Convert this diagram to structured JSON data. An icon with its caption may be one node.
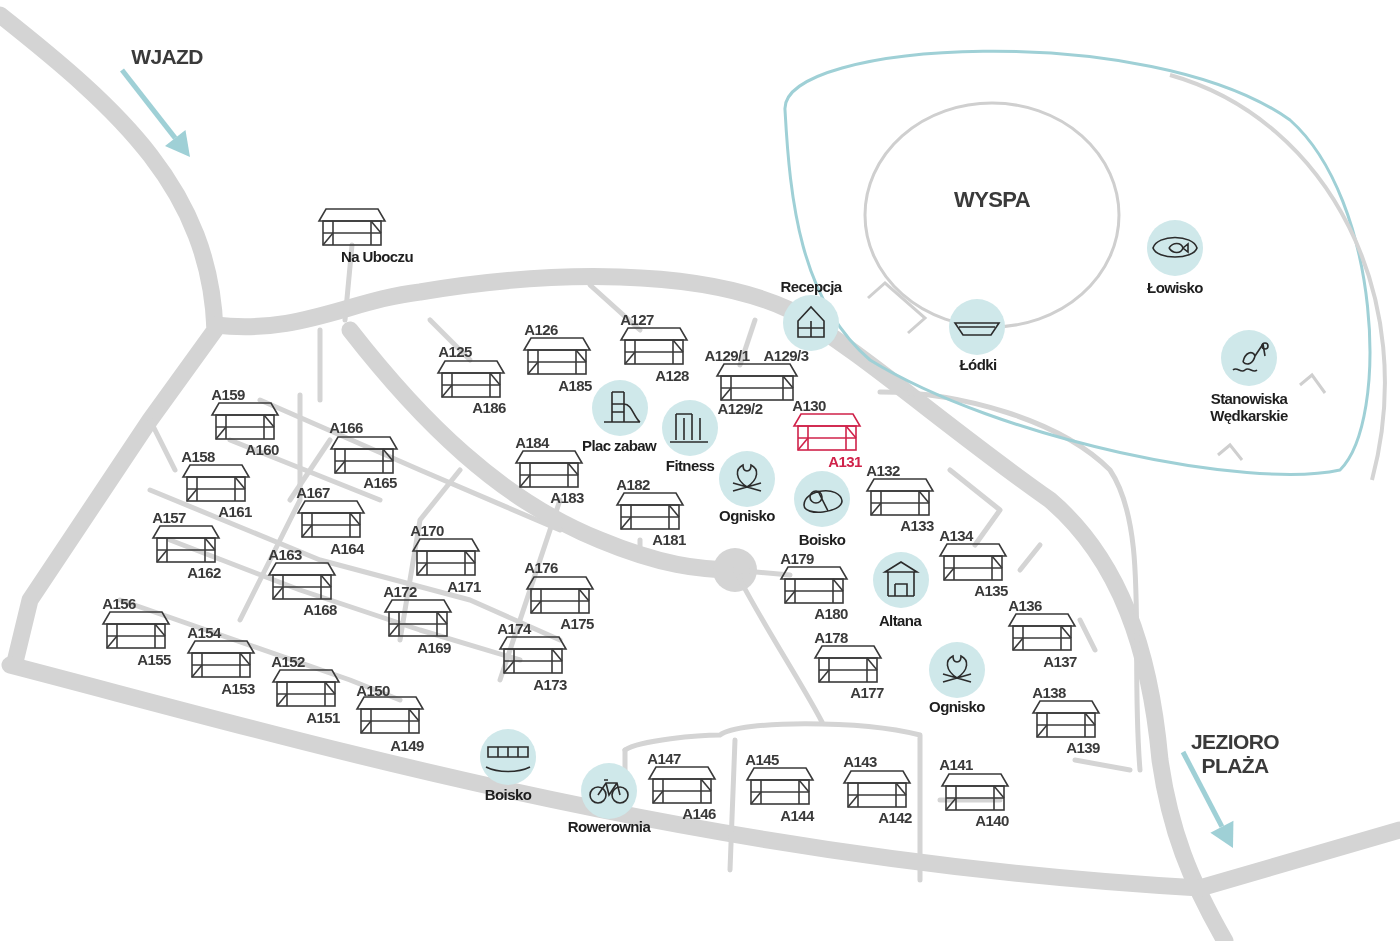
{
  "diagram": {
    "labels": [
      "WJAZD",
      "WYSPA",
      "Na Uboczu",
      "Łowisko",
      "Recepcja",
      "A127",
      "A126",
      "A125",
      "A129/1",
      "A129/3",
      "Łódki",
      "A128",
      "A185",
      "A159",
      "Stanowiska Wędkarskie",
      "A186",
      "A130",
      "A129/2",
      "A166",
      "Plac zabaw",
      "A184",
      "A160",
      "A158",
      "A131",
      "Fitness",
      "A132",
      "A165",
      "A182",
      "A167",
      "A183",
      "A161",
      "Ognisko",
      "A157",
      "A133",
      "A170",
      "A134",
      "Boisko",
      "A181",
      "A164",
      "A163",
      "A179",
      "A176",
      "A162",
      "A171",
      "A135",
      "A172",
      "A136",
      "A156",
      "A168",
      "A180",
      "Altana",
      "A175",
      "A154",
      "A174",
      "A178",
      "A169",
      "A155",
      "A137",
      "A152",
      "A173",
      "A153",
      "A177",
      "A150",
      "A138",
      "Ognisko",
      "A151",
      "JEZIORO PLAŻA",
      "A139",
      "A149",
      "A147",
      "A145",
      "A143",
      "A141",
      "Boisko",
      "A146",
      "A144",
      "A142",
      "A140",
      "Rowerownia"
    ]
  }
}
